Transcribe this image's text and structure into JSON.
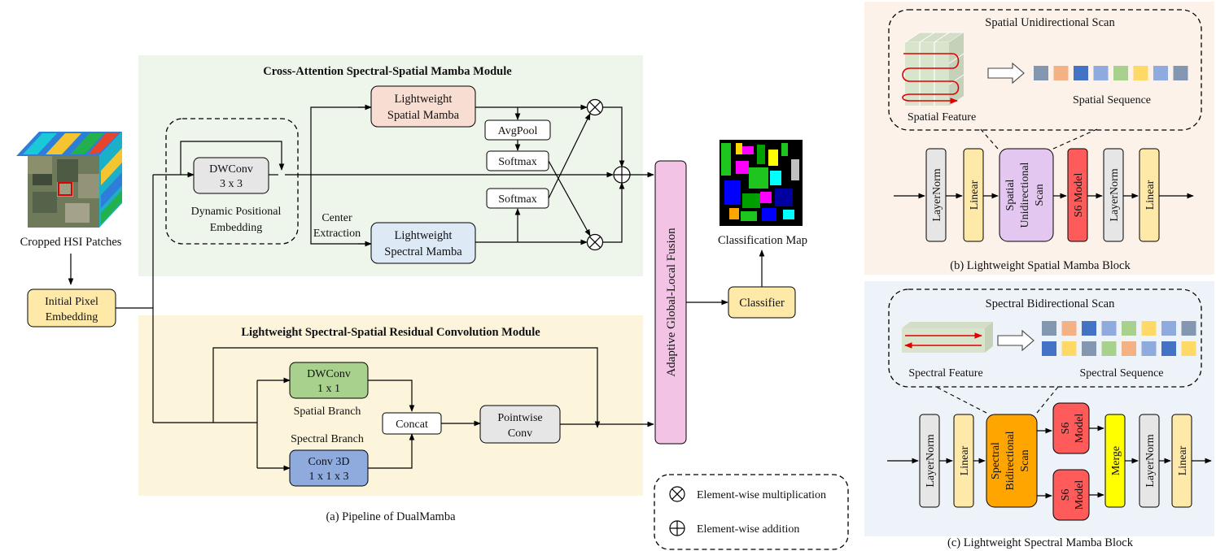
{
  "colors": {
    "cross_bg": "#EEF5EA",
    "conv_bg": "#FDF4DC",
    "spatial_panel_bg": "#FCF2EA",
    "spectral_panel_bg": "#EEF3F9",
    "spatial_mamba_fill": "#F7DDD2",
    "spectral_mamba_fill": "#DEE9F6",
    "gray_box": "#E6E6E6",
    "dwconv1_fill": "#A9D18E",
    "conv3d_fill": "#8FAADC",
    "yellow_box": "#FFE9A8",
    "fusion_fill": "#F2C3E5",
    "purple_box": "#E3C7F0",
    "s6_fill": "#FF5B5B",
    "spectral_scan_fill": "#FFA500",
    "merge_fill": "#FFFF00",
    "arrow_red": "#E00000"
  },
  "pipeline": {
    "caption": "(a) Pipeline of DualMamba",
    "hsi_label": "Cropped HSI Patches",
    "initial_embedding": [
      "Initial Pixel",
      "Embedding"
    ],
    "cross_attention": {
      "title": "Cross-Attention Spectral-Spatial Mamba Module",
      "dwconv": [
        "DWConv",
        "3 x 3"
      ],
      "dpe_label": [
        "Dynamic Positional",
        "Embedding"
      ],
      "spatial_mamba": [
        "Lightweight",
        "Spatial Mamba"
      ],
      "spectral_mamba": [
        "Lightweight",
        "Spectral Mamba"
      ],
      "center_extraction": [
        "Center",
        "Extraction"
      ],
      "avgpool": "AvgPool",
      "softmax_top": "Softmax",
      "softmax_bottom": "Softmax"
    },
    "residual_conv": {
      "title": "Lightweight Spectral-Spatial Residual Convolution Module",
      "dwconv": [
        "DWConv",
        "1 x 1"
      ],
      "spatial_branch": "Spatial Branch",
      "spectral_branch": "Spectral Branch",
      "conv3d": [
        "Conv 3D",
        "1 x 1 x 3"
      ],
      "concat": "Concat",
      "pointwise": [
        "Pointwise",
        "Conv"
      ]
    },
    "fusion": "Adaptive Global-Local Fusion",
    "classifier": "Classifier",
    "classification_map": "Classification Map",
    "legend": {
      "mult": "Element-wise multiplication",
      "add": "Element-wise addition"
    }
  },
  "spatial_block": {
    "caption": "(b) Lightweight Spatial Mamba Block",
    "scan_title": "Spatial Unidirectional Scan",
    "feature_label": "Spatial Feature",
    "sequence_label": "Spatial Sequence",
    "sequence_colors": [
      "#8497B0",
      "#F4B183",
      "#4472C4",
      "#8FAADC",
      "#A9D18E",
      "#FFD966",
      "#8FAADC",
      "#8497B0"
    ],
    "blocks": [
      "LayerNorm",
      "Linear",
      "Spatial Unidirectional Scan",
      "S6 Model",
      "LayerNorm",
      "Linear"
    ],
    "scan_block_lines": [
      "Spatial",
      "Unidirectional",
      "Scan"
    ]
  },
  "spectral_block": {
    "caption": "(c) Lightweight Spectral Mamba Block",
    "scan_title": "Spectral Bidirectional Scan",
    "feature_label": "Spectral Feature",
    "sequence_label": "Spectral Sequence",
    "sequence_row1": [
      "#8497B0",
      "#F4B183",
      "#4472C4",
      "#8FAADC",
      "#A9D18E",
      "#FFD966",
      "#8FAADC",
      "#8497B0"
    ],
    "sequence_row2": [
      "#4472C4",
      "#FFD966",
      "#8497B0",
      "#A9D18E",
      "#F4B183",
      "#8FAADC",
      "#4472C4",
      "#FFD966"
    ],
    "blocks": [
      "LayerNorm",
      "Linear",
      "Spectral Bidirectional Scan",
      "S6 Model",
      "S6 Model",
      "Merge",
      "LayerNorm",
      "Linear"
    ],
    "scan_block_lines": [
      "Spectral",
      "Bidirectional",
      "Scan"
    ],
    "s6_lines": [
      "S6",
      "Model"
    ]
  }
}
